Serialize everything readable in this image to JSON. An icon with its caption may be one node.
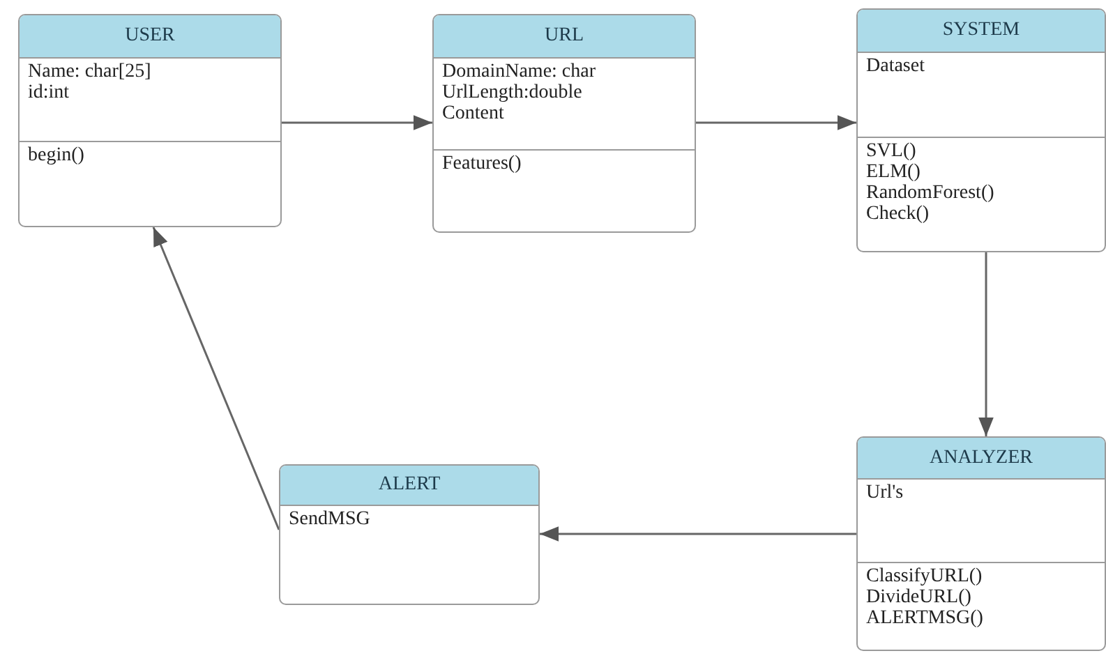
{
  "diagram": {
    "nodes": [
      {
        "text": [
          "USER",
          "Name: char[25]",
          "id:int",
          "begin()"
        ]
      },
      {
        "text": [
          "URL",
          "DomainName: char",
          "UrlLength:double",
          "Content",
          "Features()"
        ]
      },
      {
        "text": [
          "SYSTEM",
          "Dataset",
          "SVL()",
          "ELM()",
          "RandomForest()",
          "Check()"
        ]
      },
      {
        "text": [
          "ANALYZER",
          "Url's",
          "ClassifyURL()",
          "DivideURL()",
          "ALERTMSG()"
        ]
      },
      {
        "text": [
          "ALERT",
          "SendMSG"
        ]
      }
    ],
    "edges": [
      {
        "from": 0,
        "to": 1,
        "arrow": "to"
      },
      {
        "from": 1,
        "to": 2,
        "arrow": "to"
      },
      {
        "from": 2,
        "to": 3,
        "arrow": "to"
      },
      {
        "from": 3,
        "to": 4,
        "arrow": "to"
      },
      {
        "from": 4,
        "to": 0,
        "arrow": "to"
      }
    ]
  }
}
